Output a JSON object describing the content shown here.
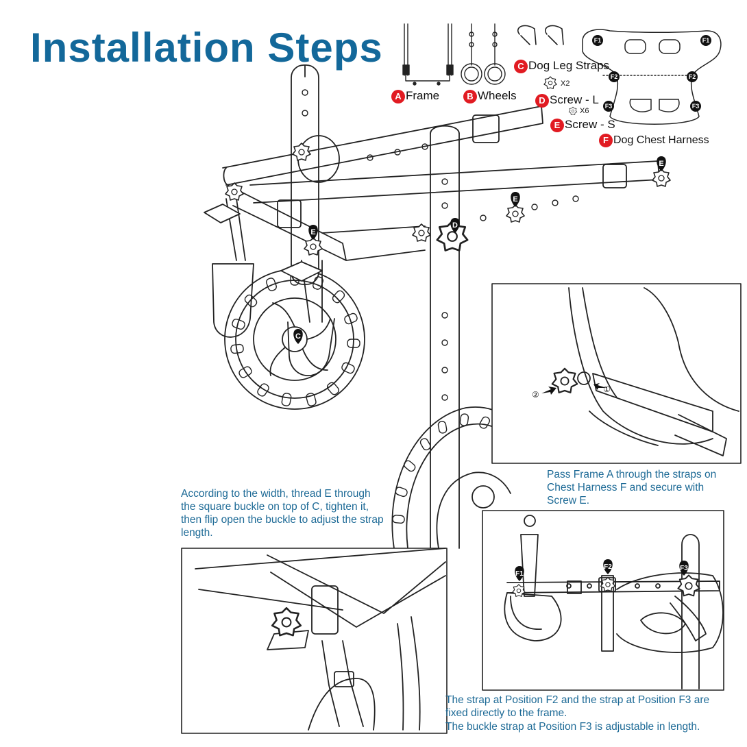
{
  "title": "Installation Steps",
  "colors": {
    "title": "#13689a",
    "badge": "#e11b22",
    "caption": "#1d6a96",
    "marker": "#111111"
  },
  "parts": [
    {
      "letter": "A",
      "name": "Frame"
    },
    {
      "letter": "B",
      "name": "Wheels"
    },
    {
      "letter": "C",
      "name": "Dog Leg Straps"
    },
    {
      "letter": "D",
      "name": "Screw - L",
      "qty": "X2"
    },
    {
      "letter": "E",
      "name": "Screw - S",
      "qty": "X6"
    },
    {
      "letter": "F",
      "name": "Dog Chest Harness"
    }
  ],
  "harness_points": [
    "F1",
    "F2",
    "F3"
  ],
  "markers": {
    "c": "C",
    "d": "D",
    "e": "E"
  },
  "detail_steps": [
    "①",
    "②"
  ],
  "captions": {
    "step1": "According to the width, thread E through the square buckle on top of C, tighten it, then flip open the buckle to adjust the strap length.",
    "step2": "Pass Frame A through the straps on Chest Harness F and secure with Screw E.",
    "step3a": "The strap at Position F2 and the strap at Position F3 are fixed directly to the frame.",
    "step3b": "The buckle strap at Position F3 is adjustable in length."
  }
}
